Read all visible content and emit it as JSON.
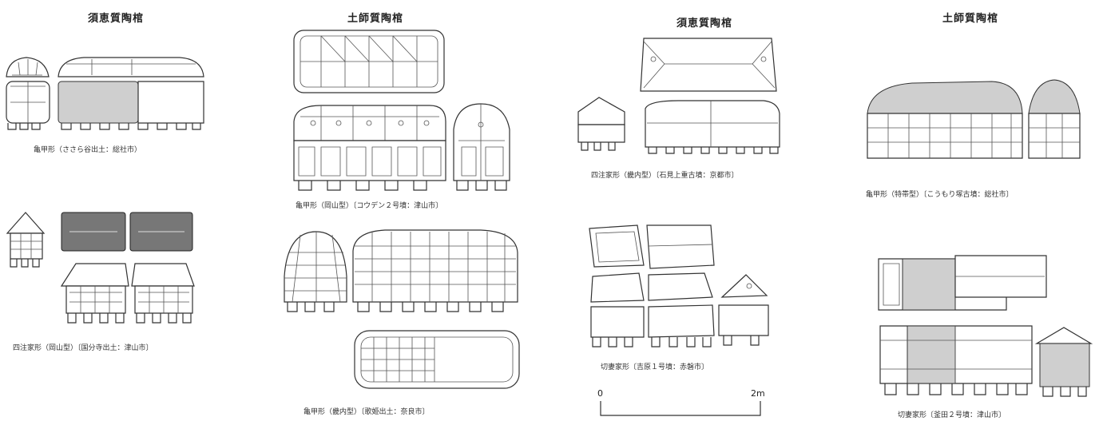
{
  "headers": [
    "須恵質陶棺",
    "土師質陶棺",
    "須恵質陶棺",
    "土師質陶棺"
  ],
  "captions": [
    "亀甲形（ささら谷出土：総社市）",
    "四注家形（岡山型）〔国分寺出土：津山市〕",
    "亀甲形（岡山型）〔コウデン２号墳：津山市〕",
    "亀甲形（畿内型）〔歌姫出土：奈良市〕",
    "四注家形（畿内型）〔石見上重古墳：京都市〕",
    "切妻家形〔吉原１号墳：赤磐市〕",
    "亀甲形（特帯型）〔こうもり塚古墳：総社市〕",
    "切妻家形〔釜田２号墳：津山市〕"
  ],
  "scale": {
    "start": "0",
    "end": "2m"
  }
}
